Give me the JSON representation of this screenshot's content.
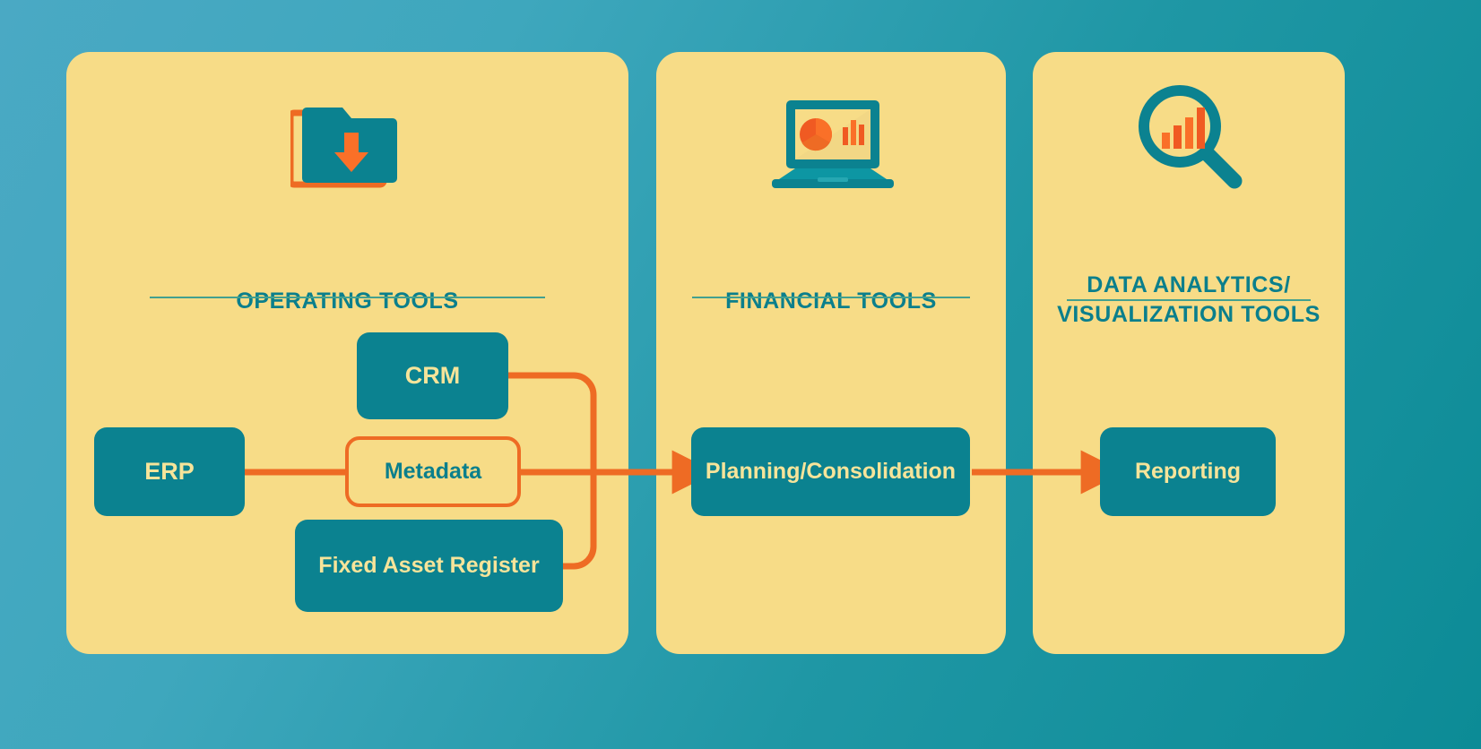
{
  "theme": {
    "background_gradient_from": "#4aa9c4",
    "background_gradient_to": "#0c8b96",
    "panel_fill": "#f7dc87",
    "node_fill": "#0b8290",
    "node_text": "#f6e49a",
    "accent_orange": "#ee6b24",
    "title_teal": "#0b7f8c",
    "rule_green": "#43a08f"
  },
  "panels": [
    {
      "id": "operating-tools",
      "title": "OPERATING TOOLS",
      "icon": "folder-download-icon"
    },
    {
      "id": "financial-tools",
      "title": "FINANCIAL TOOLS",
      "icon": "laptop-charts-icon"
    },
    {
      "id": "data-analytics-visualization-tools",
      "title": "DATA ANALYTICS/\nVISUALIZATION TOOLS",
      "icon": "magnifier-bar-chart-icon"
    }
  ],
  "nodes": {
    "erp": {
      "label": "ERP",
      "style": "solid"
    },
    "crm": {
      "label": "CRM",
      "style": "solid"
    },
    "metadata": {
      "label": "Metadata",
      "style": "outline"
    },
    "fixed_asset_register": {
      "label": "Fixed Asset Register",
      "style": "solid"
    },
    "planning_consolidation": {
      "label": "Planning/Consolidation",
      "style": "solid"
    },
    "reporting": {
      "label": "Reporting",
      "style": "solid"
    }
  },
  "flow": {
    "edges": [
      {
        "from": "erp",
        "to": "metadata",
        "arrow": false
      },
      {
        "from": "crm",
        "to": "junction",
        "arrow": false
      },
      {
        "from": "fixed_asset_register",
        "to": "junction",
        "arrow": false
      },
      {
        "from": "metadata",
        "to": "planning_consolidation",
        "arrow": true
      },
      {
        "from": "planning_consolidation",
        "to": "reporting",
        "arrow": true
      }
    ]
  }
}
